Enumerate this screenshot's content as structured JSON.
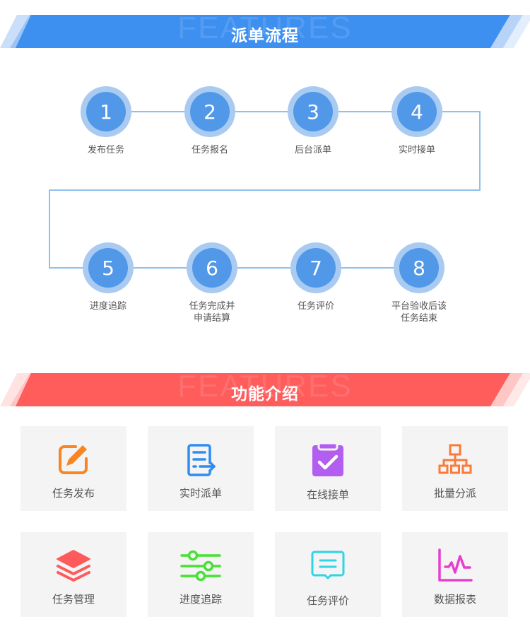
{
  "sections": {
    "flow": {
      "title": "派单流程",
      "watermark": "FEATURES",
      "color": "#3d8ff0"
    },
    "features": {
      "title": "功能介绍",
      "watermark": "FEATURES",
      "color": "#ff5c5c"
    }
  },
  "steps": [
    {
      "num": "1",
      "label": "发布任务"
    },
    {
      "num": "2",
      "label": "任务报名"
    },
    {
      "num": "3",
      "label": "后台派单"
    },
    {
      "num": "4",
      "label": "实时接单"
    },
    {
      "num": "5",
      "label": "进度追踪"
    },
    {
      "num": "6",
      "label": "任务完成并",
      "label2": "申请结算"
    },
    {
      "num": "7",
      "label": "任务评价"
    },
    {
      "num": "8",
      "label": "平台验收后该",
      "label2": "任务结束"
    }
  ],
  "features": [
    {
      "label": "任务发布",
      "icon": "edit-icon",
      "color": "#f98423"
    },
    {
      "label": "实时派单",
      "icon": "list-arrow-icon",
      "color": "#2f8cf0"
    },
    {
      "label": "在线接单",
      "icon": "clipboard-check-icon",
      "color": "#b25ef0"
    },
    {
      "label": "批量分派",
      "icon": "org-chart-icon",
      "color": "#fa7a3a"
    },
    {
      "label": "任务管理",
      "icon": "layers-icon",
      "color": "#fe5a5c"
    },
    {
      "label": "进度追踪",
      "icon": "sliders-icon",
      "color": "#46e135"
    },
    {
      "label": "任务评价",
      "icon": "comment-icon",
      "color": "#2ed5e6"
    },
    {
      "label": "数据报表",
      "icon": "line-chart-icon",
      "color": "#e63fcf"
    }
  ]
}
